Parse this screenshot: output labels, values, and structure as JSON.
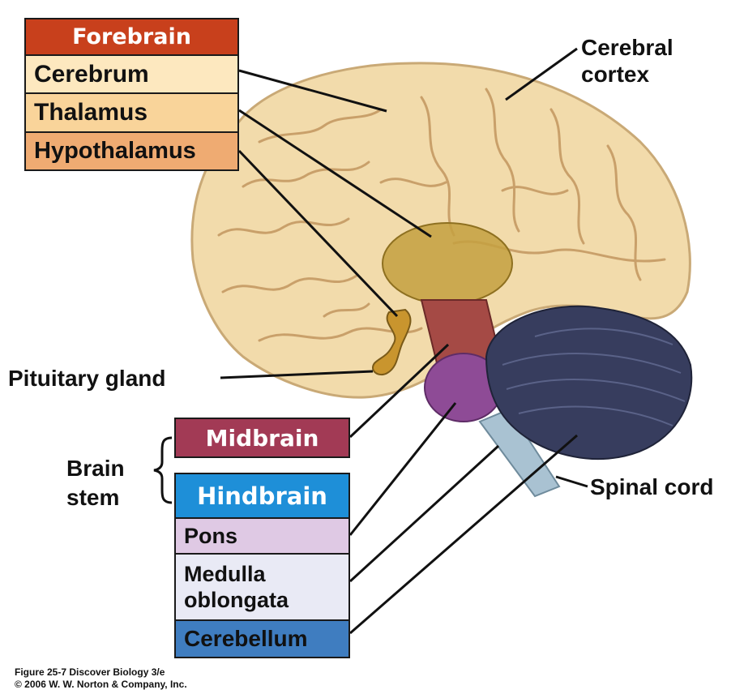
{
  "forebrain": {
    "header": "Forebrain",
    "header_color": "#c8401c",
    "items": [
      {
        "label": "Cerebrum",
        "color": "#fde8bf"
      },
      {
        "label": "Thalamus",
        "color": "#f9d49a"
      },
      {
        "label": "Hypothalamus",
        "color": "#efab72"
      }
    ]
  },
  "midbrain": {
    "header": "Midbrain",
    "color": "#a23a55"
  },
  "hindbrain": {
    "header": "Hindbrain",
    "header_color": "#1e8fd8",
    "items": [
      {
        "label": "Pons",
        "color": "#dfc9e4"
      },
      {
        "label": "Medulla",
        "label2": "oblongata",
        "color": "#e9eaf5"
      },
      {
        "label": "Cerebellum",
        "color": "#3f7dc0"
      }
    ]
  },
  "labels": {
    "cerebral_cortex": [
      "Cerebral",
      "cortex"
    ],
    "pituitary_gland": "Pituitary gland",
    "brain_stem": [
      "Brain",
      "stem"
    ],
    "spinal_cord": "Spinal cord"
  },
  "caption": {
    "line1": "Figure 25-7  Discover Biology 3/e",
    "line2": "© 2006 W. W. Norton & Company, Inc."
  }
}
